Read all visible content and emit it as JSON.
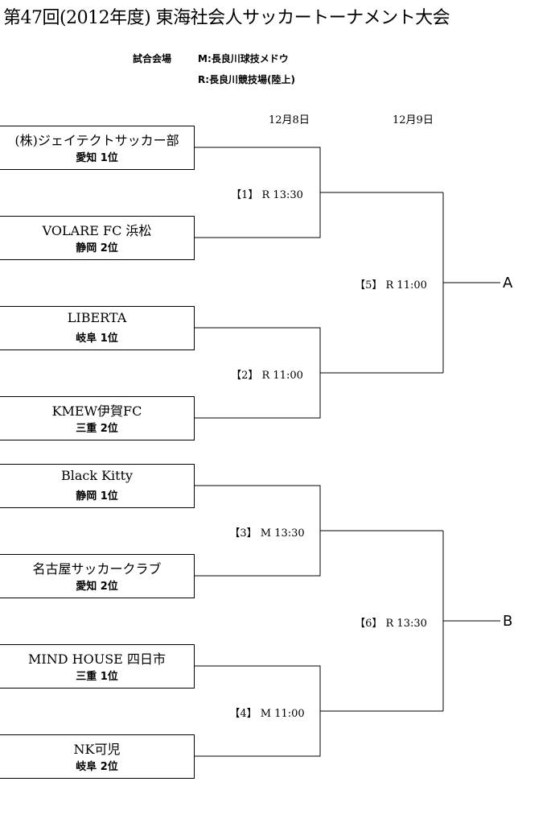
{
  "title": "第47回(2012年度)  東海社会人サッカートーナメント大会",
  "venue": {
    "label": "試合会場",
    "m": "M:長良川球技メドウ",
    "r": "R:長良川競技場(陸上)"
  },
  "dates": [
    "12月8日",
    "12月9日"
  ],
  "teams": [
    {
      "name": "(株)ジェイテクトサッカー部",
      "pref": "愛知  1位"
    },
    {
      "name": "VOLARE  FC  浜松",
      "pref": "静岡  2位"
    },
    {
      "name": "LIBERTA",
      "pref": "岐阜  1位"
    },
    {
      "name": "KMEW伊賀FC",
      "pref": "三重  2位"
    },
    {
      "name": "Black Kitty",
      "pref": "静岡  1位"
    },
    {
      "name": "名古屋サッカークラブ",
      "pref": "愛知  2位"
    },
    {
      "name": "MIND  HOUSE  四日市",
      "pref": "三重  1位"
    },
    {
      "name": "NK可児",
      "pref": "岐阜  2位"
    }
  ],
  "matches": [
    "【1】  R 13:30",
    "【2】  R 11:00",
    "【3】  M 13:30",
    "【4】  M 11:00",
    "【5】  R 11:00",
    "【6】  R 13:30"
  ],
  "finals": [
    "A",
    "B"
  ]
}
